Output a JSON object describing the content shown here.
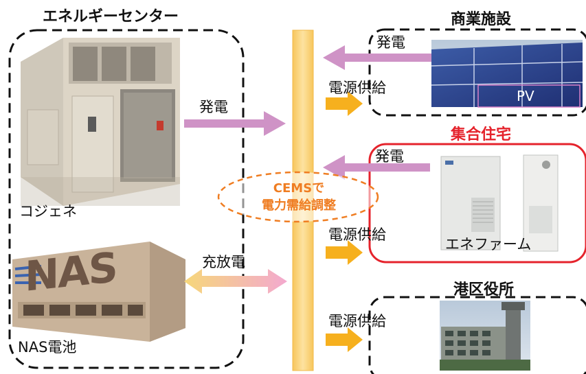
{
  "energy_center": {
    "title": "エネルギーセンター",
    "cogen_label": "コジェネ",
    "nas_label": "NAS電池",
    "nas_logo": "NAS",
    "flow_power": "発電",
    "flow_charge": "充放電"
  },
  "cems": {
    "line1": "CEMSで",
    "line2": "電力需給調整"
  },
  "commercial": {
    "title": "商業施設",
    "power": "発電",
    "supply": "電源供給",
    "pv_label": "PV"
  },
  "housing": {
    "title": "集合住宅",
    "power": "発電",
    "supply": "電源供給",
    "enefarm_label": "エネファーム"
  },
  "ward_office": {
    "title": "港区役所",
    "supply": "電源供給"
  },
  "colors": {
    "accent_red": "#e5232c",
    "cems_orange": "#ef7d22",
    "bar_yellow": "#f9d37a",
    "arrow_pink": "#cf93c6",
    "arrow_orange": "#f6b01e"
  }
}
